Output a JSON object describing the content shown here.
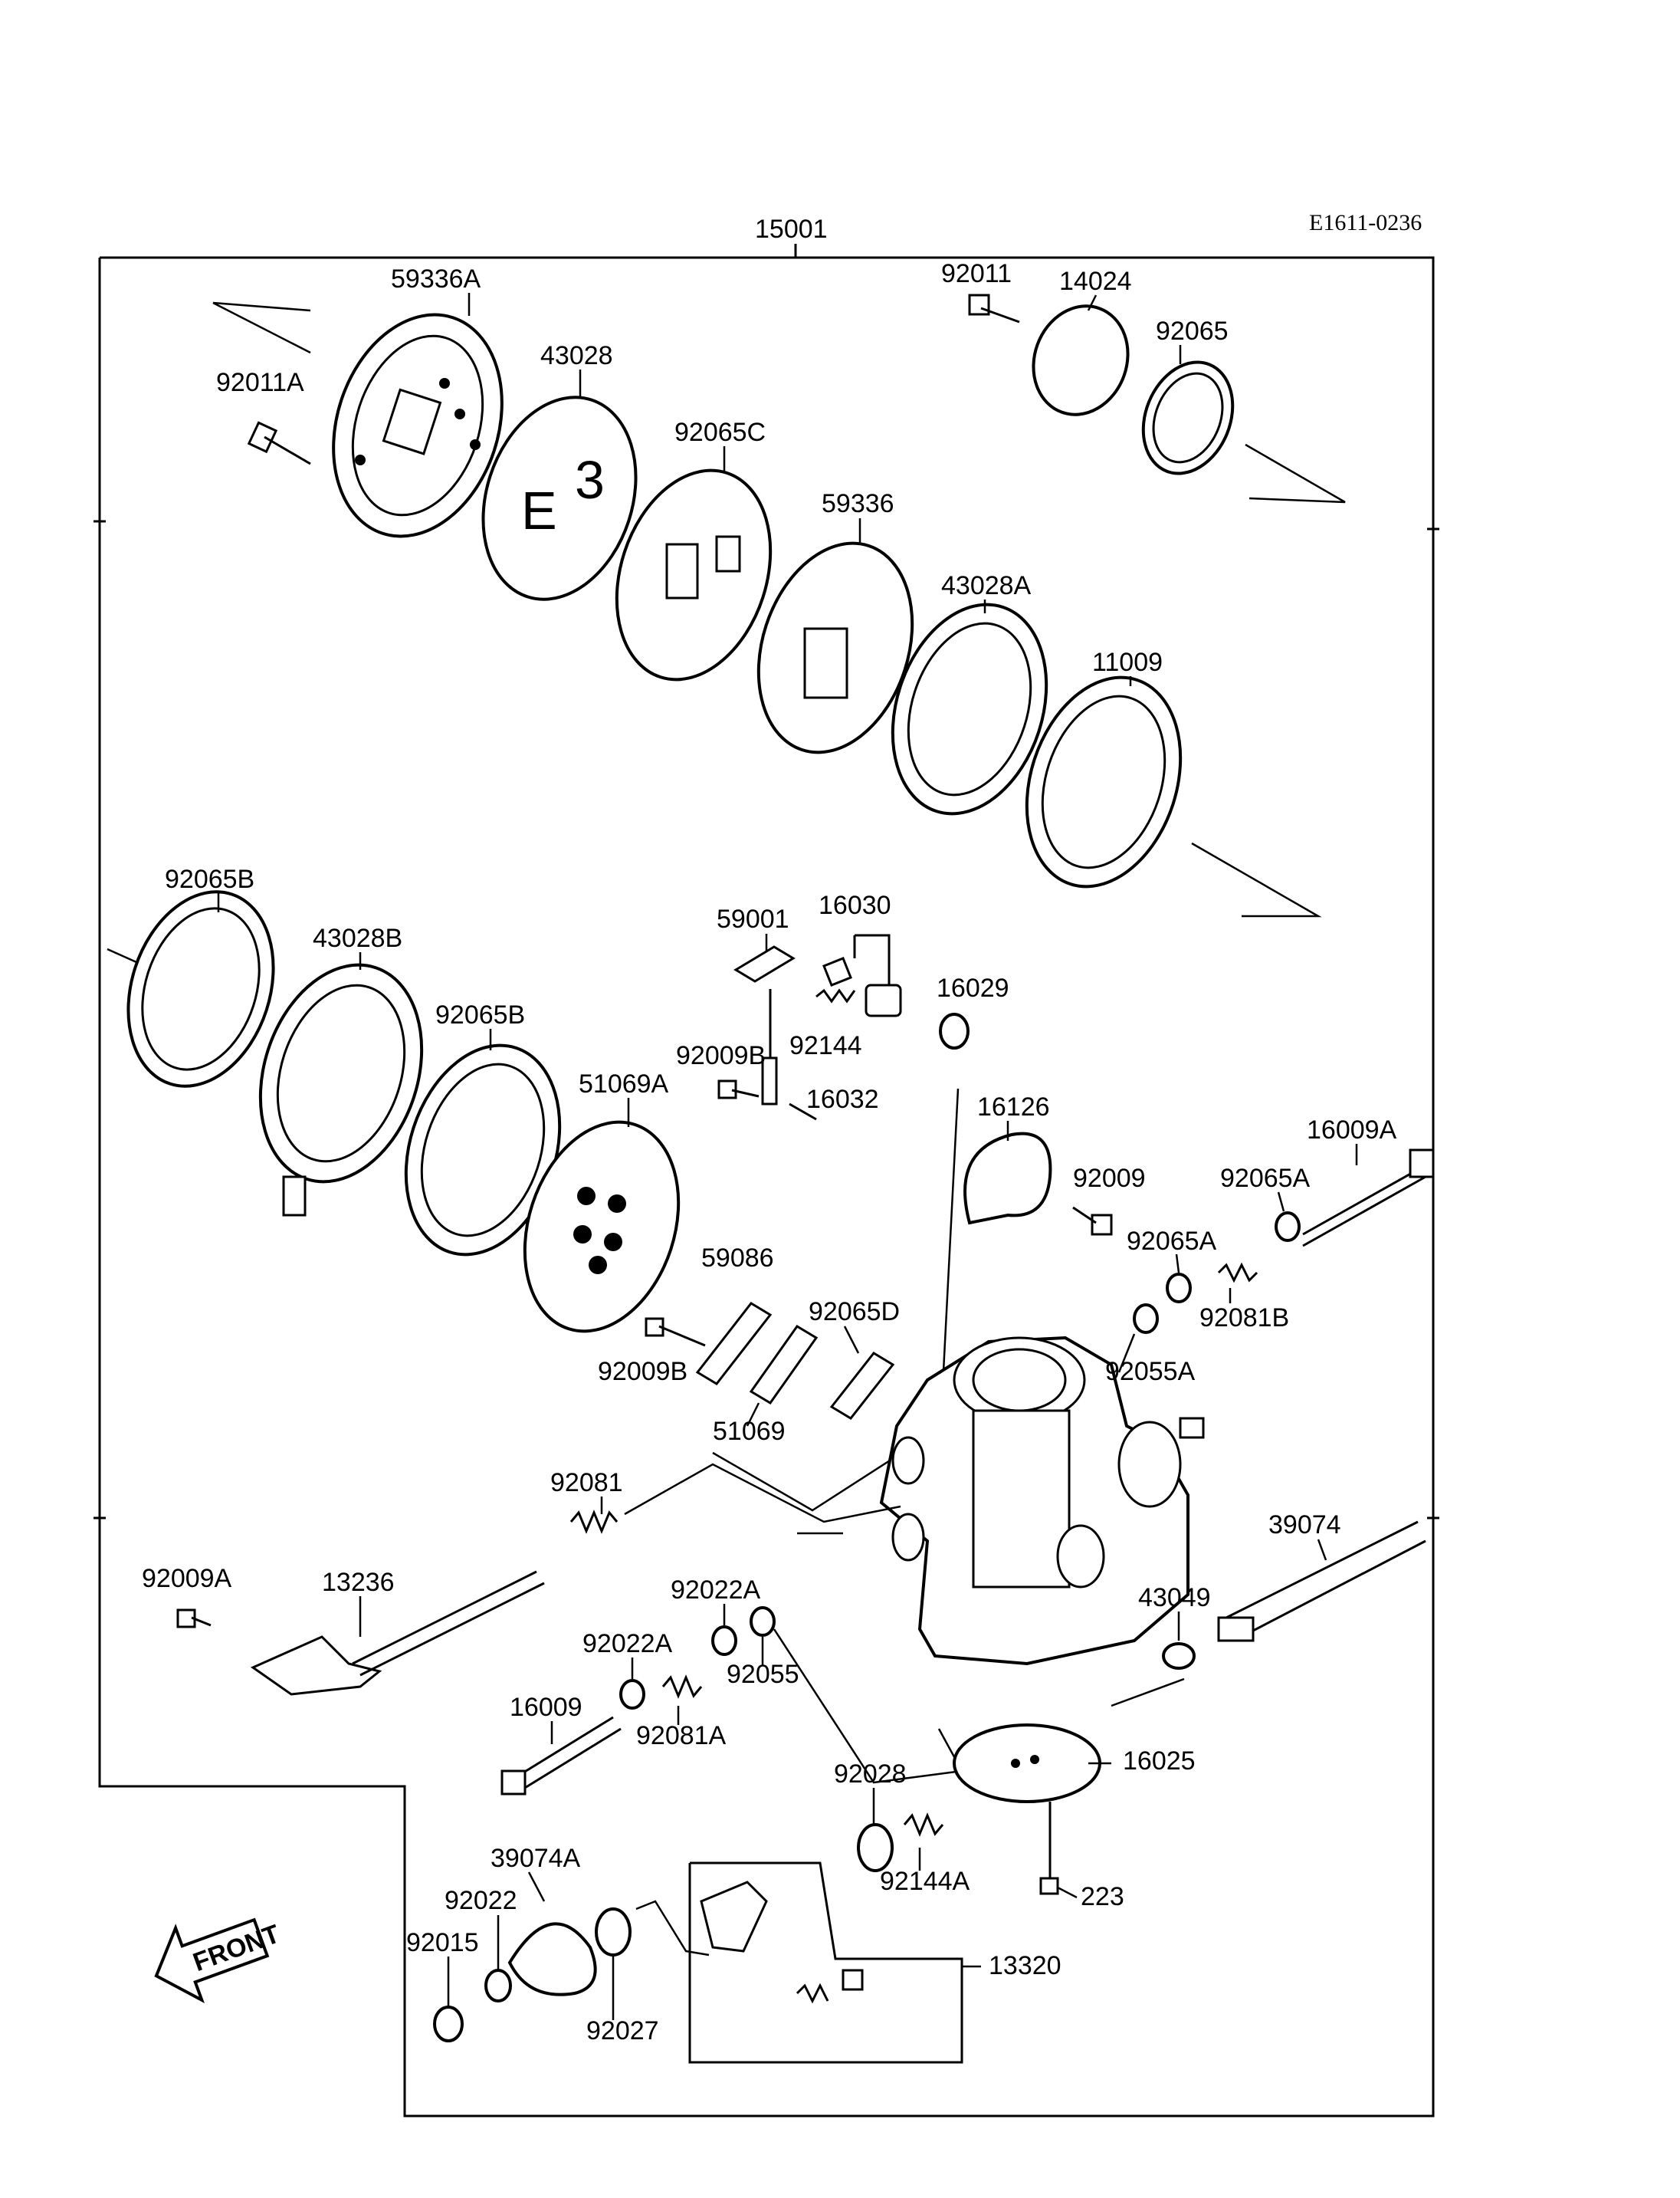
{
  "diagram_code": "E1611-0236",
  "assembly_label": "15001",
  "front_label": "FRONT",
  "parts": {
    "p59336A": "59336A",
    "p43028": "43028",
    "p92011A": "92011A",
    "p92065C": "92065C",
    "p59336": "59336",
    "p43028A": "43028A",
    "p11009": "11009",
    "p92011": "92011",
    "p14024": "14024",
    "p92065": "92065",
    "p92065B_1": "92065B",
    "p43028B": "43028B",
    "p92065B_2": "92065B",
    "p51069A": "51069A",
    "p59001": "59001",
    "p16030": "16030",
    "p16029": "16029",
    "p92144": "92144",
    "p92009B_1": "92009B",
    "p16032": "16032",
    "p16126": "16126",
    "p16009A": "16009A",
    "p92009": "92009",
    "p92065A_1": "92065A",
    "p92065A_2": "92065A",
    "p92081B": "92081B",
    "p59086": "59086",
    "p92065D": "92065D",
    "p92055A": "92055A",
    "p92009B_2": "92009B",
    "p51069": "51069",
    "p92081": "92081",
    "p39074": "39074",
    "p92009A": "92009A",
    "p13236": "13236",
    "p92022A_1": "92022A",
    "p92022A_2": "92022A",
    "p92055": "92055",
    "p43049": "43049",
    "p92081A": "92081A",
    "p16009": "16009",
    "p16025": "16025",
    "p92028": "92028",
    "p92144A": "92144A",
    "p223": "223",
    "p39074A": "39074A",
    "p92022": "92022",
    "p92015": "92015",
    "p92027": "92027",
    "p13320": "13320"
  }
}
